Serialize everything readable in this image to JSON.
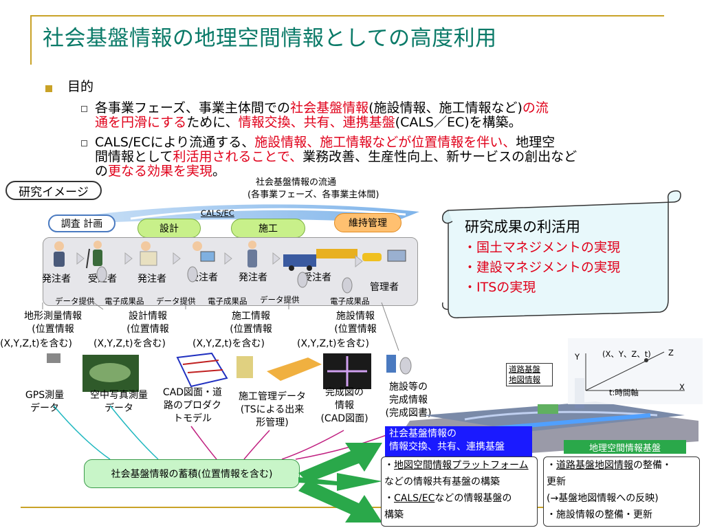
{
  "title": "社会基盤情報の地理空間情報としての高度利用",
  "bullet_main": "目的",
  "sub1": {
    "parts": [
      {
        "t": "各事業フェーズ、事業主体間での",
        "r": false
      },
      {
        "t": "社会基盤情報",
        "r": true
      },
      {
        "t": "(施設情報、施工情報など)",
        "r": false
      },
      {
        "t": "の流",
        "r": true
      }
    ],
    "line2": [
      {
        "t": "通を円滑にする",
        "r": true
      },
      {
        "t": "ために、",
        "r": false
      },
      {
        "t": "情報交換、共有、連携基盤",
        "r": true
      },
      {
        "t": "(CALS／EC)を構築。",
        "r": false
      }
    ]
  },
  "sub2": {
    "line1": [
      {
        "t": "CALS/ECにより流通する、",
        "r": false
      },
      {
        "t": "施設情報、施工情報などが位置情報を伴い、",
        "r": true
      },
      {
        "t": "地理空",
        "r": false
      }
    ],
    "line2": [
      {
        "t": "間情報として",
        "r": false
      },
      {
        "t": "利活用されることで、",
        "r": true
      },
      {
        "t": "業務改善、生産性向上、新サービスの創出など",
        "r": false
      }
    ],
    "line3": [
      {
        "t": "の",
        "r": false
      },
      {
        "t": "更なる効果を実現",
        "r": true
      },
      {
        "t": "。",
        "r": false
      }
    ]
  },
  "research_image": "研究イメージ",
  "flow_label_1": "社会基盤情報の流通",
  "flow_label_2": "(各事業フェーズ、各事業主体間)",
  "cals_ec": "CALS/EC",
  "phases": [
    "調査 計画",
    "設計",
    "施工",
    "維持管理"
  ],
  "actors": [
    "発注者",
    "受注者",
    "発注者",
    "受注者",
    "発注者",
    "受注者",
    "管理者"
  ],
  "flows": [
    "データ提供",
    "電子成果品",
    "データ提供",
    "電子成果品",
    "データ提供",
    "電子成果品"
  ],
  "info_items": [
    {
      "l1": "地形測量情報",
      "l2": "(位置情報",
      "l3": "(X,Y,Z,t)を含む)"
    },
    {
      "l1": "設計情報",
      "l2": "(位置情報",
      "l3": "(X,Y,Z,t)を含む)"
    },
    {
      "l1": "施工情報",
      "l2": "(位置情報",
      "l3": "(X,Y,Z,t)を含む)"
    },
    {
      "l1": "施設情報",
      "l2": "(位置情報",
      "l3": "(X,Y,Z,t)を含む)"
    }
  ],
  "data_items": [
    {
      "l1": "GPS測量",
      "l2": "データ"
    },
    {
      "l1": "空中写真測量",
      "l2": "データ"
    },
    {
      "l1": "CAD図面・道",
      "l2": "路のプロダク",
      "l3": "トモデル"
    },
    {
      "l1": "施工管理データ",
      "l2": "(TSによる出来",
      "l3": "形管理)"
    },
    {
      "l1": "完成図の",
      "l2": "情報",
      "l3": "(CAD図面)"
    },
    {
      "l1": "施設等の",
      "l2": "完成情報",
      "l3": "(完成図書)"
    }
  ],
  "storage": "社会基盤情報の蓄積(位置情報を含む)",
  "scroll": {
    "title": "研究成果の利活用",
    "items": [
      "・国土マネジメントの実現",
      "・建設マネジメントの実現",
      "・ITSの実現"
    ]
  },
  "map": {
    "road_l1": "道路基盤",
    "road_l2": "地図情報",
    "coord": "(X、Y、Z、t)",
    "axis_y": "Y",
    "axis_z": "Z",
    "axis_x": "X",
    "time": "t:時間軸",
    "base": "地理空間情報基盤"
  },
  "exchange": {
    "l1": "社会基盤情報の",
    "l2": "情報交換、共有、連携基盤"
  },
  "platform": {
    "l1a": "・",
    "l1b": "地図空間情報プラットフォーム",
    "l2": "などの情報共有基盤の構築",
    "l3a": "・",
    "l3b": "CALS/EC",
    "l3c": "などの情報基盤の",
    "l4": "構築"
  },
  "road_info": {
    "l1a": "・",
    "l1b": "道路基盤地図情報",
    "l1c": "の整備・",
    "l2": "更新",
    "l3": "(→基盤地図情報への反映)",
    "l4": "・施設情報の整備・更新"
  },
  "colors": {
    "title": "#0a7a68",
    "accent": "#c9a227",
    "red": "#e0001a",
    "blue_box": "#1a1aff",
    "green": "#2aa84a"
  }
}
